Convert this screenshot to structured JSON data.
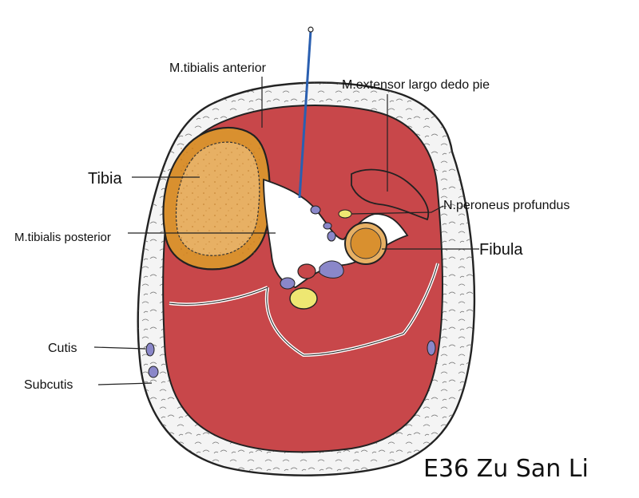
{
  "labels": {
    "tibialis_anterior": "M.tibialis anterior",
    "extensor": "M.extensor largo dedo pie",
    "tibia": "Tibia",
    "peroneus": "N.peroneus profundus",
    "tibialis_posterior": "M.tibialis posterior",
    "fibula": "Fibula",
    "cutis": "Cutis",
    "subcutis": "Subcutis"
  },
  "title": "E36 Zu San Li",
  "colors": {
    "muscle": "#c8474a",
    "bone": "#d9902f",
    "bone_inner": "#e7b064",
    "vein": "#8a87c9",
    "nerve": "#eee772",
    "needle": "#2a5fb0",
    "skin": "#f1f1f1"
  }
}
